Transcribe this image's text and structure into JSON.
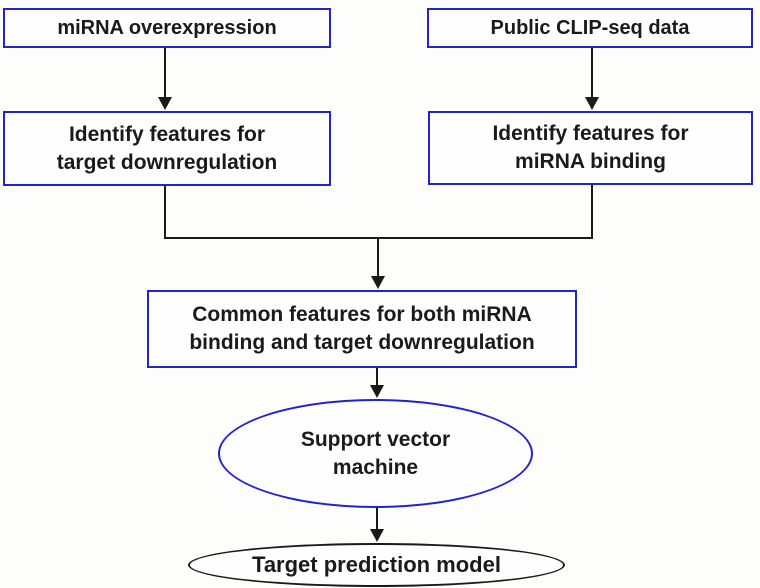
{
  "diagram": {
    "type": "flowchart",
    "colors": {
      "box_border_blue": "#2323cd",
      "final_ellipse_border_black": "#1a1a1a",
      "connector_black": "#1a1a1a",
      "text": "#1a1a1a",
      "background": "#fdfdfb",
      "node_fill": "#fefefe"
    },
    "nodes": {
      "mirna_overexpression": {
        "label": "miRNA overexpression"
      },
      "public_clipseq": {
        "label": "Public CLIP-seq data"
      },
      "identify_downreg": {
        "label": "Identify features for\ntarget downregulation"
      },
      "identify_binding": {
        "label": "Identify features for\nmiRNA binding"
      },
      "common_features": {
        "label": "Common features for both miRNA\nbinding and target downregulation"
      },
      "svm": {
        "label": "Support vector\nmachine"
      },
      "target_model": {
        "label": "Target prediction model"
      }
    },
    "edges": [
      "miRNA overexpression -> Identify features for target downregulation",
      "Public CLIP-seq data -> Identify features for miRNA binding",
      "Identify features for target downregulation + Identify features for miRNA binding -> Common features for both miRNA binding and target downregulation",
      "Common features -> Support vector machine",
      "Support vector machine -> Target prediction model"
    ]
  }
}
